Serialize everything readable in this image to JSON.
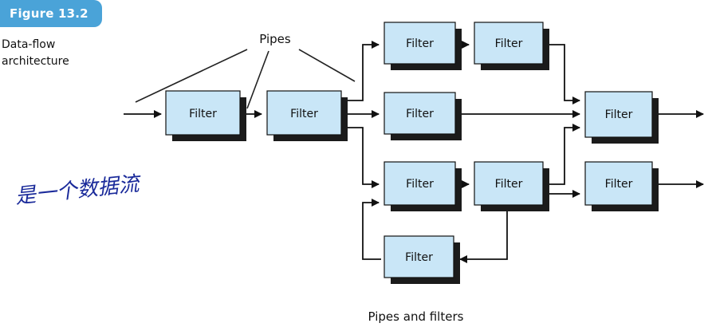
{
  "figure": {
    "badge": "Figure 13.2",
    "caption": "Data-flow architecture"
  },
  "diagram": {
    "pipes_label": "Pipes",
    "filter_label": "Filter",
    "caption": "Pipes and filters",
    "colors": {
      "filter_fill": "#c9e6f7",
      "filter_border": "#111111",
      "shadow": "#1b1b1b",
      "line": "#111111",
      "badge": "#4aa3d8"
    }
  },
  "annotation": {
    "handwritten_note": "是一个数据流"
  }
}
